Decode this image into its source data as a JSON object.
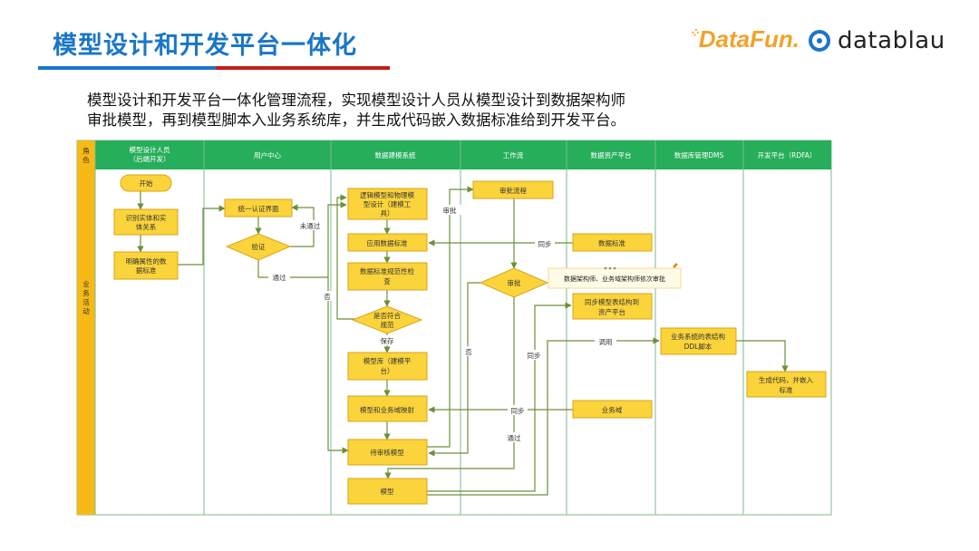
{
  "header": {
    "title": "模型设计和开发平台一体化",
    "logo_datafun": "DataFun.",
    "logo_datablau": "datablau"
  },
  "intro": {
    "line1": "模型设计和开发平台一体化管理流程，实现模型设计人员从模型设计到数据架构师",
    "line2": "审批模型，再到模型脚本入业务系统库，并生成代码嵌入数据标准给到开发平台。"
  },
  "diagram": {
    "role_header": [
      "角",
      "色"
    ],
    "role_activity": [
      "业",
      "务",
      "活",
      "动"
    ],
    "lanes": [
      {
        "title": [
          "模型设计人员",
          "（后端开发）"
        ]
      },
      {
        "title": [
          "用户中心"
        ]
      },
      {
        "title": [
          "数据建模系统"
        ]
      },
      {
        "title": [
          "工作流"
        ]
      },
      {
        "title": [
          "数据资产平台"
        ]
      },
      {
        "title": [
          "数据库管理DMS"
        ]
      },
      {
        "title": [
          "开发平台（RDFA）"
        ]
      }
    ],
    "nodes": {
      "start": "开始",
      "identify_entity": [
        "识别实体和实",
        "体关系"
      ],
      "define_attributes": [
        "明确属性的数",
        "据标准"
      ],
      "unified_auth": "统一认证界面",
      "verify": "验证",
      "logical_physical": [
        "逻辑模型和物理模",
        "型设计（建模工",
        "具）"
      ],
      "apply_standard": "应用数据标准",
      "spec_check": [
        "数据标准规范性检",
        "查"
      ],
      "is_compliant": [
        "是否符合",
        "规范"
      ],
      "model_repo": [
        "模型库（建模平",
        "台）"
      ],
      "model_domain_map": "模型和业务域映射",
      "pending_model": "待审核模型",
      "model": "模型",
      "approval_flow": "审批流程",
      "approval": "审批",
      "data_standard": "数据标准",
      "sync_model": [
        "同步模型表结构到",
        "资产平台"
      ],
      "business_domain": "业务域",
      "ddl_script": [
        "业务系统的表结构",
        "DDL脚本"
      ],
      "gen_code": [
        "生成代码，并嵌入",
        "标准"
      ]
    },
    "callout": "数据架构师、业务域架构师依次审批",
    "edge_labels": {
      "not_passed": "未通过",
      "passed": "通过",
      "no_1": "否",
      "save": "保存",
      "approve": "审批",
      "sync_1": "同步",
      "no_2": "否",
      "sync_2": "同步",
      "call": "调用",
      "sync_3": "同步",
      "pass": "通过"
    },
    "colors": {
      "lane_header": "#27ae5b",
      "role_column": "#f7b916",
      "process_box": "#fbd43b",
      "process_border": "#d9a417",
      "edge": "#6d8f3a",
      "grid": "#7fba8f"
    }
  }
}
